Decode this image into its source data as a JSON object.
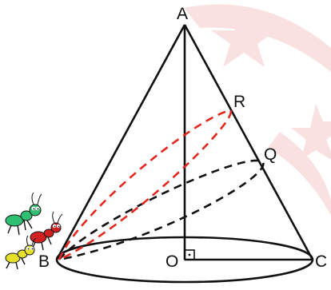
{
  "figure": {
    "points": {
      "A": "A",
      "B": "B",
      "C": "C",
      "O": "O",
      "Q": "Q",
      "R": "R"
    }
  },
  "colors": {
    "ink": "#111111",
    "red_path": "#e3281e",
    "watermark": "#f6c9c9",
    "ant_green": "#2fbf73",
    "ant_red": "#d02020",
    "ant_yellow": "#e6e02a"
  },
  "icons": [
    "ant-green-icon",
    "ant-red-icon",
    "ant-yellow-icon",
    "watermark-stamp-icon"
  ]
}
